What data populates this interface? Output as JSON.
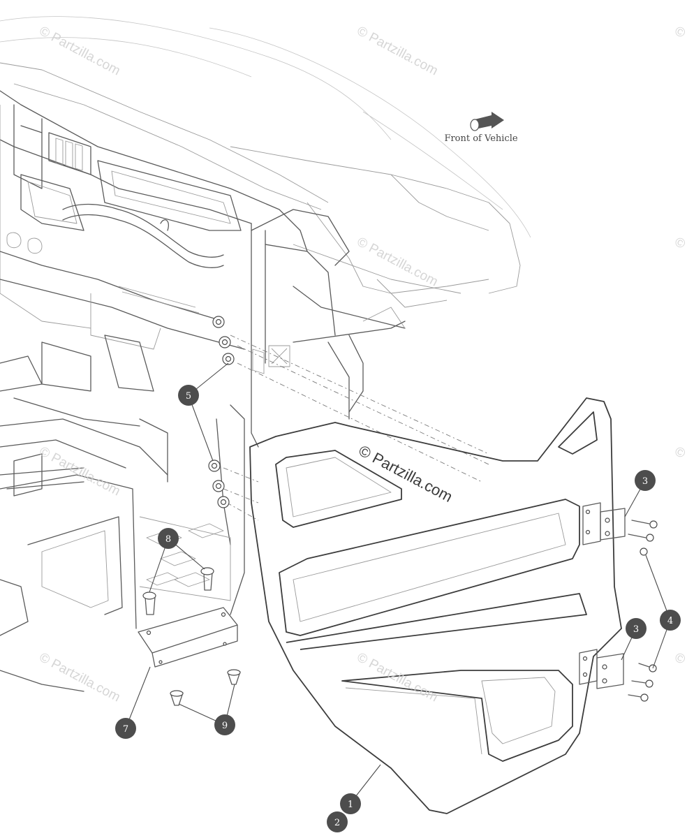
{
  "orientation": {
    "label": "Front of Vehicle",
    "icon": "arrow-right-icon"
  },
  "watermark": {
    "text": "© Partzilla.com",
    "partial": "©"
  },
  "callouts": [
    "1",
    "2",
    "3",
    "3",
    "4",
    "5",
    "7",
    "8",
    "9"
  ],
  "colors": {
    "callout_fill": "#4d4d4d",
    "line": "#5a5a5a"
  }
}
